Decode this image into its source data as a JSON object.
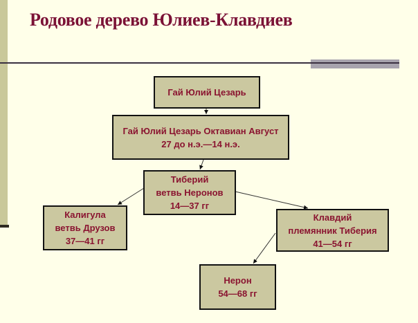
{
  "title": "Родовое дерево Юлиев-Клавдиев",
  "colors": {
    "background": "#ffffe9",
    "box_fill": "#cbc8a0",
    "text": "#8a1430",
    "title": "#7b1236",
    "accent_stripe": "#c9c89a",
    "accent_bar": "#a7a3ad"
  },
  "nodes": [
    {
      "id": "caesar",
      "lines": [
        "Гай Юлий Цезарь"
      ]
    },
    {
      "id": "augustus",
      "lines": [
        "Гай Юлий Цезарь Октавиан Август",
        "27 до н.э.—14 н.э."
      ]
    },
    {
      "id": "tiberius",
      "lines": [
        "Тиберий",
        "ветвь Неронов",
        "14—37 гг"
      ]
    },
    {
      "id": "caligula",
      "lines": [
        "Калигула",
        "ветвь Друзов",
        "37—41 гг"
      ]
    },
    {
      "id": "claudius",
      "lines": [
        "Клавдий",
        "племянник Тиберия",
        "41—54 гг"
      ]
    },
    {
      "id": "nero",
      "lines": [
        "Нерон",
        "54—68 гг"
      ]
    }
  ],
  "edges": [
    {
      "from": "caesar",
      "to": "augustus"
    },
    {
      "from": "augustus",
      "to": "tiberius"
    },
    {
      "from": "tiberius",
      "to": "caligula"
    },
    {
      "from": "tiberius",
      "to": "claudius"
    },
    {
      "from": "claudius",
      "to": "nero"
    }
  ]
}
